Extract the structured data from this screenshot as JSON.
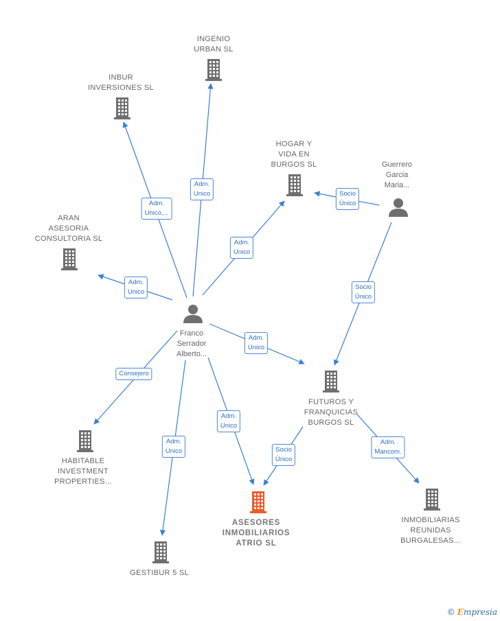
{
  "colors": {
    "edge": "#3a7fd5",
    "building": "#6f6f6f",
    "building_highlight": "#ef5a28",
    "person": "#6f6f6f"
  },
  "nodes": [
    {
      "id": "ingenio",
      "type": "company",
      "label": "INGENIO\nURBAN  SL"
    },
    {
      "id": "inbur",
      "type": "company",
      "label": "INBUR\nINVERSIONES SL"
    },
    {
      "id": "hogar",
      "type": "company",
      "label": "HOGAR Y\nVIDA EN\nBURGOS SL"
    },
    {
      "id": "guerrero",
      "type": "person",
      "label": "Guerrero\nGarcia\nMaria..."
    },
    {
      "id": "aran",
      "type": "company",
      "label": "ARAN\nASESORIA\nCONSULTORIA SL"
    },
    {
      "id": "franco",
      "type": "person",
      "label": "Franco\nSerrador\nAlberto..."
    },
    {
      "id": "futuros",
      "type": "company",
      "label": "FUTUROS Y\nFRANQUICIAS\nBURGOS  SL"
    },
    {
      "id": "habitable",
      "type": "company",
      "label": "HABITABLE\nINVESTMENT\nPROPERTIES..."
    },
    {
      "id": "asesores",
      "type": "company",
      "highlight": true,
      "label": "ASESORES\nINMOBILIARIOS\nATRIO  SL"
    },
    {
      "id": "inmobiliarias",
      "type": "company",
      "label": "INMOBILIARIAS\nREUNIDAS\nBURGALESAS..."
    },
    {
      "id": "gestibur",
      "type": "company",
      "label": "GESTIBUR 5 SL"
    }
  ],
  "edges": [
    {
      "id": "franco-ingenio",
      "from": "franco",
      "to": "ingenio",
      "label": "Adm.\nUnico"
    },
    {
      "id": "franco-inbur",
      "from": "franco",
      "to": "inbur",
      "label": "Adm.\nUnico,..."
    },
    {
      "id": "franco-hogar",
      "from": "franco",
      "to": "hogar",
      "label": "Adm.\nUnico"
    },
    {
      "id": "guerrero-hogar",
      "from": "guerrero",
      "to": "hogar",
      "label": "Socio\nÚnico"
    },
    {
      "id": "guerrero-futuros",
      "from": "guerrero",
      "to": "futuros",
      "label": "Socio\nÚnico"
    },
    {
      "id": "franco-aran",
      "from": "franco",
      "to": "aran",
      "label": "Adm.\nUnico"
    },
    {
      "id": "franco-futuros",
      "from": "franco",
      "to": "futuros",
      "label": "Adm.\nUnico"
    },
    {
      "id": "franco-habitable",
      "from": "franco",
      "to": "habitable",
      "label": "Consejero"
    },
    {
      "id": "franco-asesores",
      "from": "franco",
      "to": "asesores",
      "label": "Adm.\nUnico"
    },
    {
      "id": "franco-gestibur",
      "from": "franco",
      "to": "gestibur",
      "label": "Adm.\nUnico"
    },
    {
      "id": "futuros-asesores",
      "from": "futuros",
      "to": "asesores",
      "label": "Socio\nÚnico"
    },
    {
      "id": "futuros-inmobiliarias",
      "from": "futuros",
      "to": "inmobiliarias",
      "label": "Adm.\nMancom."
    }
  ],
  "brand": {
    "copyright": "©",
    "name_first": "E",
    "name_rest": "mpresia"
  }
}
